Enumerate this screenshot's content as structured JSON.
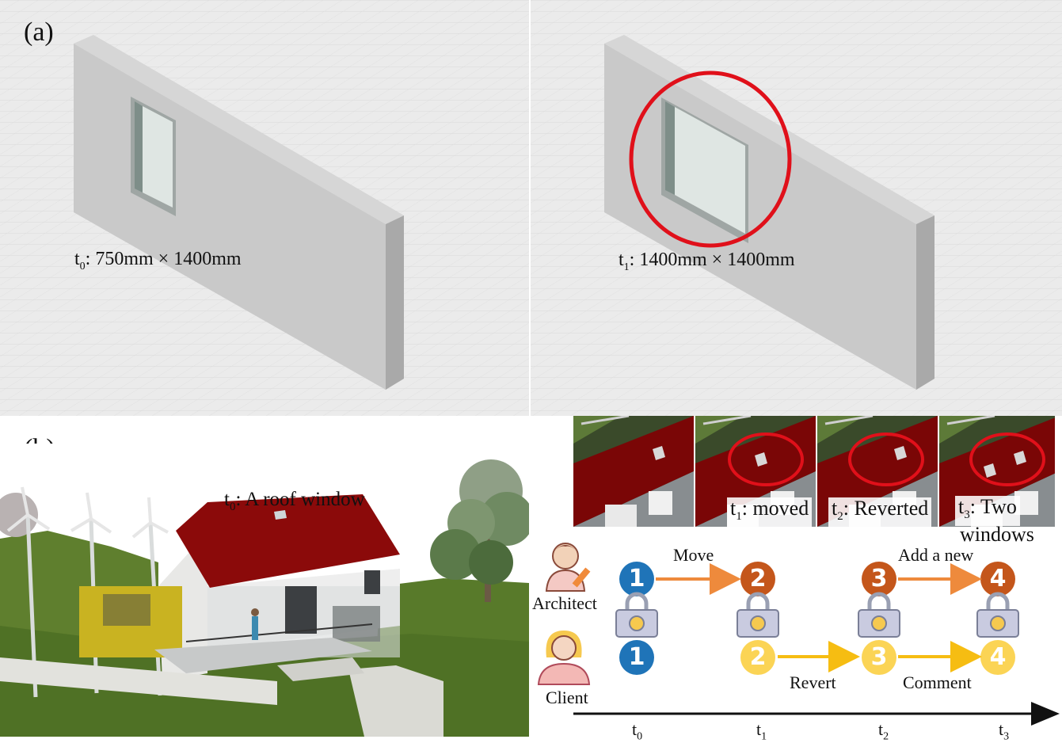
{
  "panel_a": {
    "tag": "(a)",
    "left_caption": {
      "t": "t",
      "sub": "0",
      "text": ": 750mm × 1400mm"
    },
    "right_caption": {
      "t": "t",
      "sub": "1",
      "text": ": 1400mm × 1400mm"
    }
  },
  "panel_b": {
    "tag": "(b)",
    "render_caption": {
      "t": "t",
      "sub": "0",
      "text": ": A roof window"
    },
    "thumbnails": [
      {
        "t": "",
        "sub": "",
        "text": ""
      },
      {
        "t": "t",
        "sub": "1",
        "text": ": moved"
      },
      {
        "t": "t",
        "sub": "2",
        "text": ": Reverted"
      },
      {
        "t": "t",
        "sub": "3",
        "text": ": Two",
        "text2": "windows"
      }
    ],
    "roles": {
      "architect": "Architect",
      "client": "Client"
    },
    "actions": {
      "move": "Move",
      "add": "Add a new",
      "revert": "Revert",
      "comment": "Comment"
    },
    "architect_steps": [
      "1",
      "2",
      "3",
      "4"
    ],
    "client_steps": [
      "1",
      "2",
      "3",
      "4"
    ],
    "timeline": [
      {
        "t": "t",
        "sub": "0"
      },
      {
        "t": "t",
        "sub": "1"
      },
      {
        "t": "t",
        "sub": "2"
      },
      {
        "t": "t",
        "sub": "3"
      }
    ],
    "colors": {
      "roof_red": "#8b0a0a",
      "circle_red": "#e0101a",
      "blue": "#1f74b8",
      "brown": "#c4561b",
      "yellow": "#fbd455",
      "orange_arrow": "#ee8a3c",
      "yellow_arrow": "#f6bd12"
    }
  }
}
